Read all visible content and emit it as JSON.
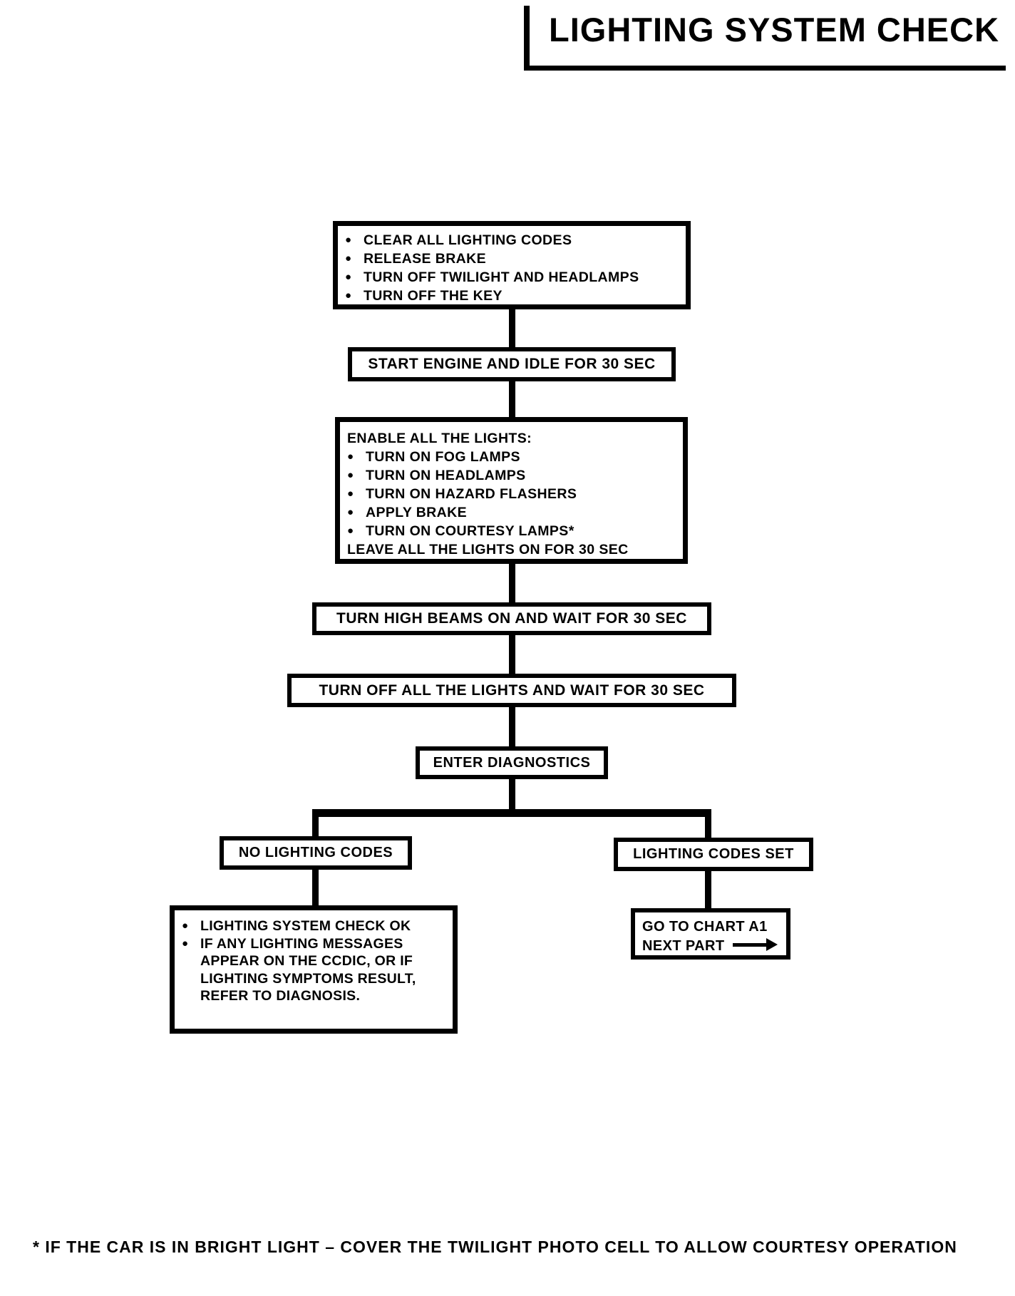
{
  "page": {
    "title": "LIGHTING SYSTEM CHECK",
    "footnote": "* IF THE CAR IS IN BRIGHT LIGHT – COVER THE TWILIGHT PHOTO CELL TO ALLOW COURTESY OPERATION",
    "ink_color": "#000000",
    "paper_color": "#ffffff"
  },
  "glyphs": {
    "bullet": "●"
  },
  "flow": {
    "prep": {
      "bullets": [
        "CLEAR ALL LIGHTING CODES",
        "RELEASE BRAKE",
        "TURN OFF TWILIGHT AND HEADLAMPS",
        "TURN OFF THE KEY"
      ]
    },
    "start_engine": {
      "label": "START ENGINE AND IDLE FOR 30 SEC"
    },
    "enable_lights": {
      "header": "ENABLE ALL THE LIGHTS:",
      "bullets": [
        "TURN ON FOG LAMPS",
        "TURN ON HEADLAMPS",
        "TURN ON HAZARD FLASHERS",
        "APPLY BRAKE",
        "TURN ON COURTESY LAMPS*"
      ],
      "footer": "LEAVE ALL THE LIGHTS ON FOR 30 SEC"
    },
    "high_beams": {
      "label": "TURN HIGH BEAMS ON AND WAIT FOR 30 SEC"
    },
    "lights_off": {
      "label": "TURN OFF ALL THE LIGHTS AND WAIT FOR 30 SEC"
    },
    "enter_diagnostics": {
      "label": "ENTER DIAGNOSTICS"
    },
    "no_codes": {
      "label": "NO LIGHTING CODES"
    },
    "codes_set": {
      "label": "LIGHTING CODES SET"
    },
    "check_ok": {
      "bullets": [
        "LIGHTING SYSTEM CHECK OK",
        "IF ANY LIGHTING MESSAGES APPEAR ON THE CCDIC, OR IF LIGHTING SYMPTOMS RESULT, REFER TO DIAGNOSIS."
      ]
    },
    "go_chart": {
      "line1": "GO TO CHART A1",
      "line2": "NEXT PART"
    }
  }
}
